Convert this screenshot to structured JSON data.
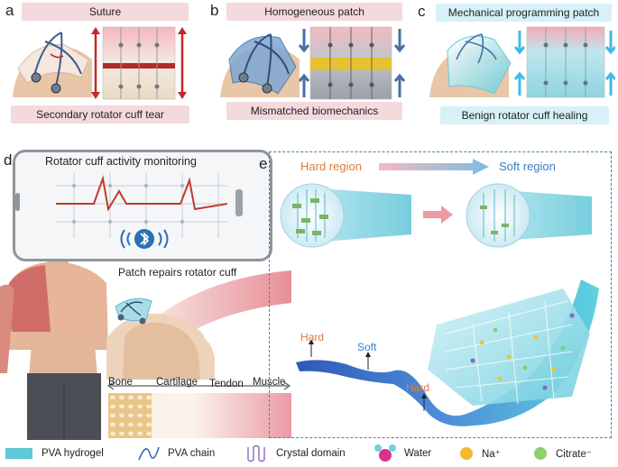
{
  "panels": {
    "a": {
      "label": "a",
      "title": "Suture",
      "caption": "Secondary rotator cuff tear"
    },
    "b": {
      "label": "b",
      "title": "Homogeneous patch",
      "caption": "Mismatched biomechanics"
    },
    "c": {
      "label": "c",
      "title": "Mechanical programming patch",
      "caption": "Benign rotator cuff healing"
    },
    "d": {
      "label": "d",
      "phone_title": "Rotator cuff activity monitoring",
      "patch_caption": "Patch repairs rotator cuff",
      "tissue_labels": [
        "Bone",
        "Cartilage",
        "Tendon",
        "Muscle"
      ]
    },
    "e": {
      "label": "e",
      "hard_region": "Hard region",
      "soft_region": "Soft region",
      "arrow_labels": [
        "Hard",
        "Soft",
        "Hard"
      ]
    }
  },
  "legend": [
    {
      "icon": "pva-hydrogel-swatch-icon",
      "label": "PVA hydrogel"
    },
    {
      "icon": "pva-chain-icon",
      "label": "PVA chain"
    },
    {
      "icon": "crystal-domain-icon",
      "label": "Crystal domain"
    },
    {
      "icon": "water-molecule-icon",
      "label": "Water"
    },
    {
      "icon": "sodium-ion-icon",
      "label": "Na⁺"
    },
    {
      "icon": "citrate-ion-icon",
      "label": "Citrate⁻"
    }
  ],
  "colors": {
    "hard": "#e07a3b",
    "soft": "#3a7ec4",
    "pink_banner": "#f4d9dd",
    "cyan_banner": "#d6f1f7",
    "hydrogel": "#5cc9d6"
  }
}
